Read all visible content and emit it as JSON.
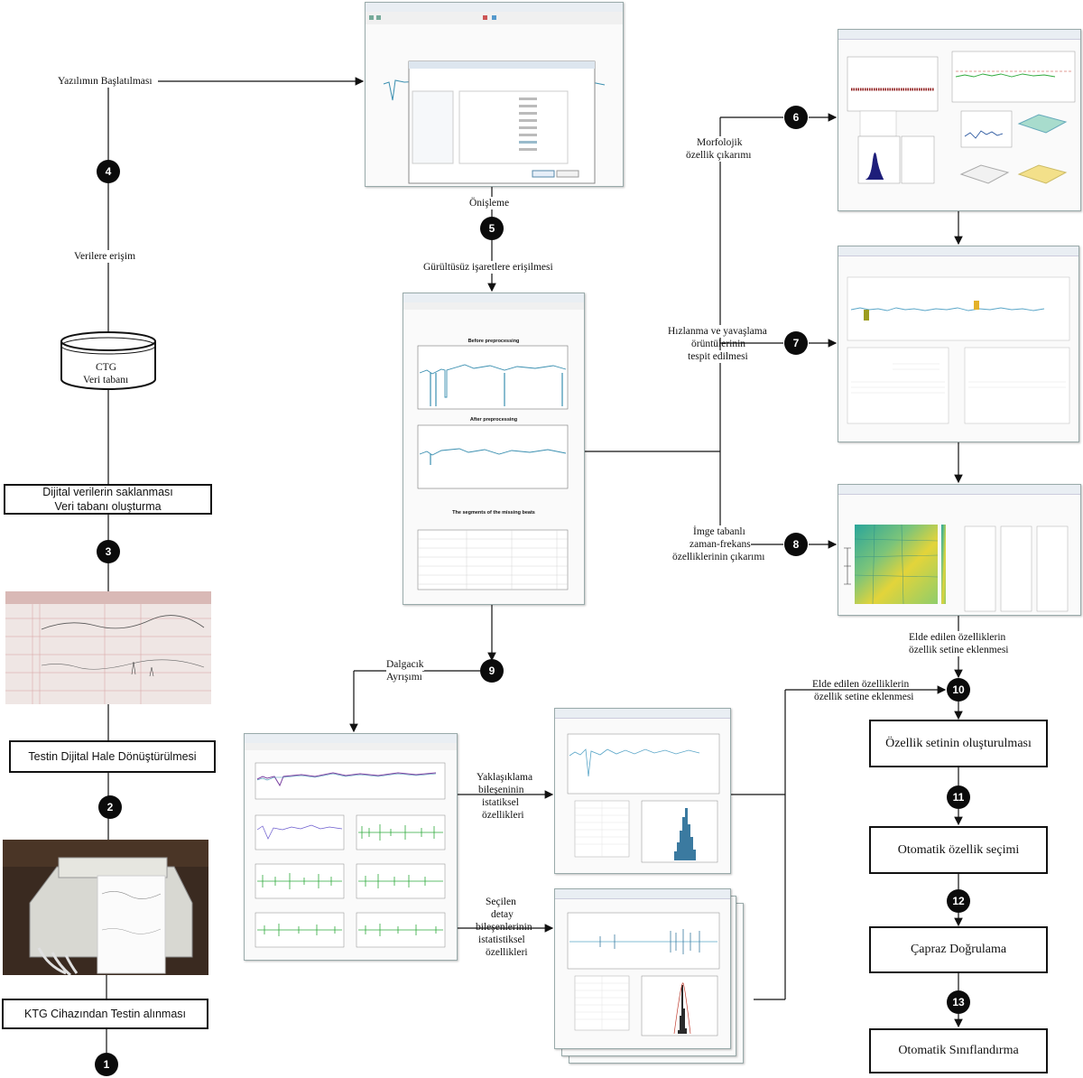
{
  "steps": [
    {
      "num": "1"
    },
    {
      "num": "2"
    },
    {
      "num": "3"
    },
    {
      "num": "4"
    },
    {
      "num": "5"
    },
    {
      "num": "6"
    },
    {
      "num": "7"
    },
    {
      "num": "8"
    },
    {
      "num": "9"
    },
    {
      "num": "10"
    },
    {
      "num": "11"
    },
    {
      "num": "12"
    },
    {
      "num": "13"
    }
  ],
  "left_column": {
    "test_acquisition": "KTG Cihazından Testin alınması",
    "digital_conversion": "Testin Dijital Hale Dönüştürülmesi",
    "storage_line1": "Dijital verilerin saklanması",
    "storage_line2": "Veri tabanı oluşturma",
    "db_line1": "CTG",
    "db_line2": "Veri tabanı",
    "data_access": "Verilere erişim",
    "software_start": "Yazılımın Başlatılması"
  },
  "middle_column": {
    "preprocessing": "Önişleme",
    "noise_free_access": "Gürültüsüz işaretlere erişilmesi",
    "wavelet_line1": "Dalgacık",
    "wavelet_line2": "Ayrışımı",
    "approx_line1": "Yaklaşıklama",
    "approx_line2": "bileşeninin",
    "approx_line3": "istatiksel",
    "approx_line4": "özellikleri",
    "detail_line1": "Seçilen",
    "detail_line2": "detay",
    "detail_line3": "bileşenlerinin",
    "detail_line4": "istatistiksel",
    "detail_line5": "özellikleri"
  },
  "right_column": {
    "morph_line1": "Morfolojik",
    "morph_line2": "özellik çıkarımı",
    "accel_line1": "Hızlanma ve yavaşlama",
    "accel_line2": "örüntülerinin",
    "accel_line3": "tespit edilmesi",
    "image_line1": "İmge tabanlı",
    "image_line2": "zaman-frekans",
    "image_line3": "özelliklerinin çıkarımı",
    "added_a_line1": "Elde edilen özelliklerin",
    "added_a_line2": "özellik setine eklenmesi",
    "added_b_line1": "Elde edilen özelliklerin",
    "added_b_line2": "özellik setine eklenmesi",
    "feature_set": "Özellik setinin oluşturulması",
    "feature_selection": "Otomatik özellik seçimi",
    "cross_validation": "Çapraz Doğrulama",
    "classification": "Otomatik Sınıflandırma"
  },
  "screenshots": {
    "preprocess_before": "Before preprocessing",
    "preprocess_after": "After preprocessing",
    "missing_segments": "The segments of the missing beats"
  },
  "colors": {
    "signal": "#3a8fb0",
    "detail_green": "#2faa3c",
    "heat_yellow": "#e3d43a",
    "heat_teal": "#2aa59a",
    "marker_red": "#c0392b"
  }
}
